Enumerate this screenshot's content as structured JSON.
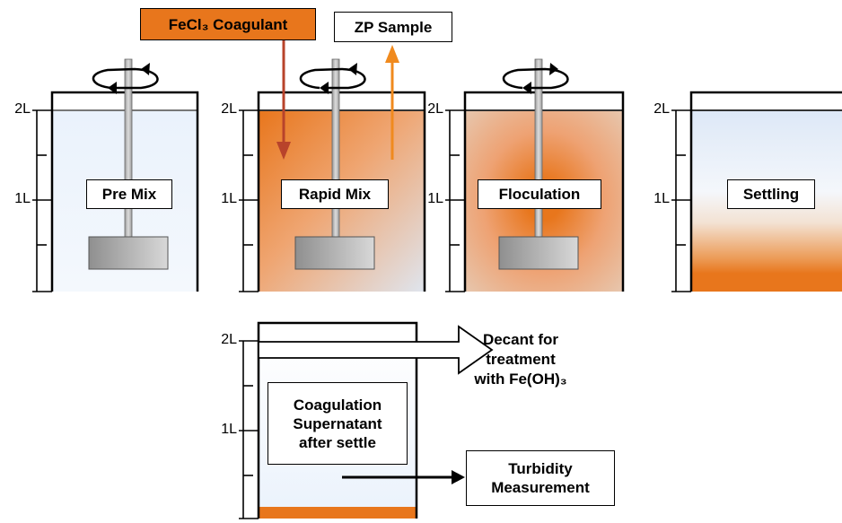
{
  "inputs": {
    "coagulant": "FeCl₃ Coagulant",
    "sample": "ZP Sample"
  },
  "beakers": [
    {
      "label": "Pre Mix",
      "scale_top": "2L",
      "scale_mid": "1L"
    },
    {
      "label": "Rapid Mix",
      "scale_top": "2L",
      "scale_mid": "1L"
    },
    {
      "label": "Floculation",
      "scale_top": "2L",
      "scale_mid": "1L"
    },
    {
      "label": "Settling",
      "scale_top": "2L",
      "scale_mid": "1L"
    }
  ],
  "supernatant": {
    "label": "Coagulation\nSupernatant\nafter settle",
    "scale_top": "2L",
    "scale_mid": "1L",
    "decant": "Decant for\ntreatment\nwith Fe(OH)₃",
    "turbidity": "Turbidity\nMeasurement"
  },
  "colors": {
    "floc_orange": "#e8761c",
    "coagulant_arrow": "#c0392b",
    "sample_arrow": "#f08a1e",
    "water_blue": "#eef4fc"
  }
}
